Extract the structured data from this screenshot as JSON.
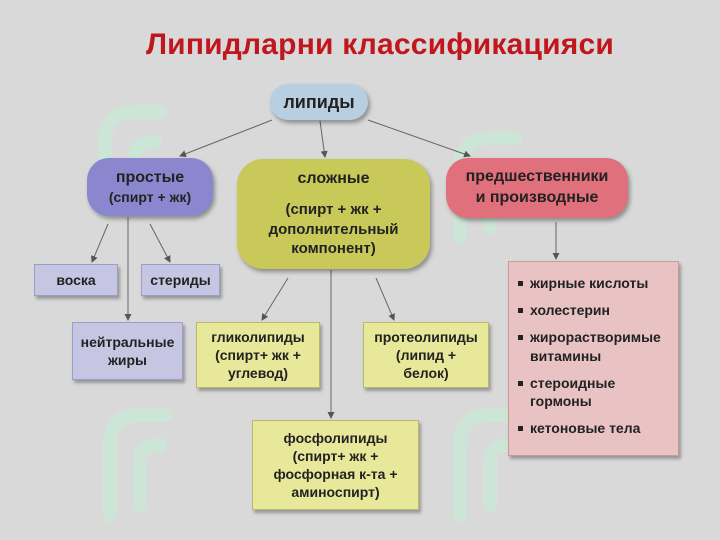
{
  "title": "Липидларни классификацияси",
  "nodes": {
    "lipids": "липиды",
    "simple": {
      "line1": "простые",
      "line2": "(спирт + жк)"
    },
    "complex": {
      "line1": "сложные",
      "line2": "(спирт + жк +",
      "line3": "дополнительный",
      "line4": "компонент)"
    },
    "precursors": {
      "line1": "предшественники",
      "line2": "и производные"
    }
  },
  "simple_children": {
    "wax": "воска",
    "sterids": "стериды",
    "fats": {
      "line1": "нейтральные",
      "line2": "жиры"
    }
  },
  "complex_children": {
    "glyco": {
      "line1": "гликолипиды",
      "line2": "(спирт+ жк +",
      "line3": "углевод)"
    },
    "proteo": {
      "line1": "протеолипиды",
      "line2": "(липид +",
      "line3": "белок)"
    },
    "phospho": {
      "line1": "фосфолипиды",
      "line2": "(спирт+ жк +",
      "line3": "фосфорная к-та +",
      "line4": "аминоспирт)"
    }
  },
  "precursor_list": [
    {
      "line1": "жирные кислоты"
    },
    {
      "line1": "холестерин"
    },
    {
      "line1": "жирорастворимые",
      "line2": "витамины"
    },
    {
      "line1": "стероидные",
      "line2": "гормоны"
    },
    {
      "line1": "кетоновые тела"
    }
  ],
  "colors": {
    "title": "#c0161d",
    "lipids": "#b7cfe0",
    "simple": "#8b87cf",
    "complex": "#c9c95a",
    "precursors": "#e0707c",
    "watermark": "#bfe8d0"
  }
}
